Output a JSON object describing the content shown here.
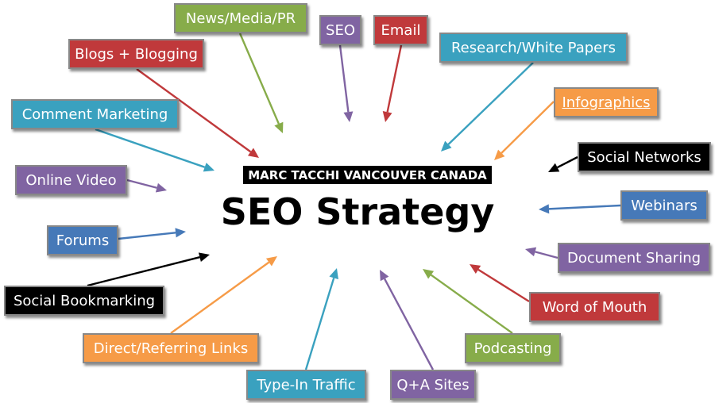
{
  "hub": {
    "subtitle": "MARC TACCHI VANCOUVER CANADA",
    "title": "SEO Strategy"
  },
  "colors": {
    "red": "#c0393b",
    "green": "#87ac4a",
    "purple": "#8064a2",
    "teal": "#3aa1bf",
    "orange": "#f69b47",
    "blue": "#4679b8",
    "black": "#000000"
  },
  "nodes": [
    {
      "id": "news-media-pr",
      "label": "News/Media/PR",
      "color": "green"
    },
    {
      "id": "seo",
      "label": "SEO",
      "color": "purple"
    },
    {
      "id": "email",
      "label": "Email",
      "color": "red"
    },
    {
      "id": "research-white-papers",
      "label": "Research/White Papers",
      "color": "teal"
    },
    {
      "id": "blogs-blogging",
      "label": "Blogs + Blogging",
      "color": "red"
    },
    {
      "id": "infographics",
      "label": "Infographics",
      "color": "orange"
    },
    {
      "id": "comment-marketing",
      "label": "Comment Marketing",
      "color": "teal"
    },
    {
      "id": "social-networks",
      "label": "Social Networks",
      "color": "black"
    },
    {
      "id": "online-video",
      "label": "Online Video",
      "color": "purple"
    },
    {
      "id": "webinars",
      "label": "Webinars",
      "color": "blue"
    },
    {
      "id": "forums",
      "label": "Forums",
      "color": "blue"
    },
    {
      "id": "document-sharing",
      "label": "Document Sharing",
      "color": "purple"
    },
    {
      "id": "social-bookmarking",
      "label": "Social Bookmarking",
      "color": "black"
    },
    {
      "id": "word-of-mouth",
      "label": "Word of Mouth",
      "color": "red"
    },
    {
      "id": "direct-referring-links",
      "label": "Direct/Referring Links",
      "color": "orange"
    },
    {
      "id": "podcasting",
      "label": "Podcasting",
      "color": "green"
    },
    {
      "id": "type-in-traffic",
      "label": "Type-In Traffic",
      "color": "teal"
    },
    {
      "id": "q-a-sites",
      "label": "Q+A Sites",
      "color": "purple"
    }
  ]
}
